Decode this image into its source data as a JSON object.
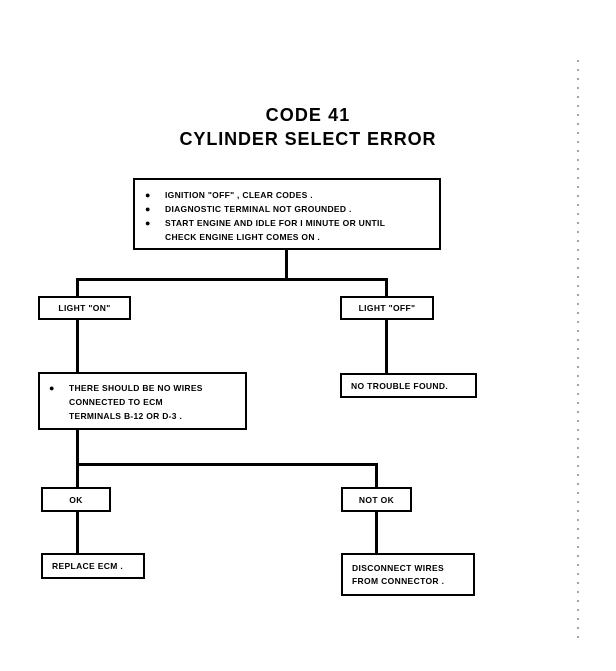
{
  "document": {
    "title_line_1": "CODE 41",
    "title_line_2": "CYLINDER SELECT ERROR",
    "ink_color": "#000000",
    "page_color": "#ffffff"
  },
  "chart_data": {
    "type": "diagram",
    "diagram_kind": "troubleshooting-flowchart",
    "title": "CODE 41 CYLINDER SELECT ERROR",
    "nodes": [
      {
        "id": "start",
        "kind": "bulleted-instruction-box",
        "bullets": [
          {
            "marker": "●",
            "lines": [
              "IGNITION \"OFF\" , CLEAR CODES ."
            ]
          },
          {
            "marker": "●",
            "lines": [
              "DIAGNOSTIC TERMINAL NOT GROUNDED ."
            ]
          },
          {
            "marker": "●",
            "lines": [
              "START ENGINE AND IDLE FOR I MINUTE OR UNTIL",
              "CHECK ENGINE LIGHT COMES ON ."
            ]
          }
        ]
      },
      {
        "id": "light-on",
        "kind": "decision-result-box",
        "lines": [
          "LIGHT \"ON\""
        ]
      },
      {
        "id": "light-off",
        "kind": "decision-result-box",
        "lines": [
          "LIGHT \"OFF\""
        ]
      },
      {
        "id": "no-wires-check",
        "kind": "bulleted-instruction-box",
        "bullets": [
          {
            "marker": "●",
            "lines": [
              "THERE SHOULD BE NO WIRES",
              "CONNECTED TO ECM",
              "TERMINALS B-12 OR D-3 ."
            ]
          }
        ]
      },
      {
        "id": "no-trouble-found",
        "kind": "terminal-box",
        "lines": [
          "NO TROUBLE FOUND."
        ]
      },
      {
        "id": "ok",
        "kind": "decision-result-box",
        "lines": [
          "OK"
        ]
      },
      {
        "id": "not-ok",
        "kind": "decision-result-box",
        "lines": [
          "NOT OK"
        ]
      },
      {
        "id": "replace-ecm",
        "kind": "terminal-box",
        "lines": [
          "REPLACE ECM ."
        ]
      },
      {
        "id": "disconnect-wires",
        "kind": "terminal-box",
        "lines": [
          "DISCONNECT WIRES",
          "FROM CONNECTOR ."
        ]
      }
    ],
    "edges": [
      {
        "from": "start",
        "to": "light-on"
      },
      {
        "from": "start",
        "to": "light-off"
      },
      {
        "from": "light-on",
        "to": "no-wires-check"
      },
      {
        "from": "light-off",
        "to": "no-trouble-found"
      },
      {
        "from": "no-wires-check",
        "to": "ok"
      },
      {
        "from": "no-wires-check",
        "to": "not-ok"
      },
      {
        "from": "ok",
        "to": "replace-ecm"
      },
      {
        "from": "not-ok",
        "to": "disconnect-wires"
      }
    ]
  },
  "boxes": {
    "start": {
      "b1_marker": "●",
      "b1_text": "IGNITION \"OFF\" , CLEAR CODES .",
      "b2_marker": "●",
      "b2_text": "DIAGNOSTIC TERMINAL NOT GROUNDED .",
      "b3_marker": "●",
      "b3_text": "START ENGINE AND IDLE FOR I MINUTE OR UNTIL",
      "b3_text_cont": "CHECK ENGINE LIGHT COMES ON ."
    },
    "light_on": {
      "label": "LIGHT \"ON\""
    },
    "light_off": {
      "label": "LIGHT \"OFF\""
    },
    "no_wires": {
      "b1_marker": "●",
      "b1_text": "THERE SHOULD BE NO WIRES",
      "b1_text_cont_1": "CONNECTED TO ECM",
      "b1_text_cont_2": "TERMINALS B-12 OR D-3 ."
    },
    "no_trouble": {
      "label": "NO TROUBLE FOUND."
    },
    "ok": {
      "label": "OK"
    },
    "not_ok": {
      "label": "NOT OK"
    },
    "replace_ecm": {
      "label": "REPLACE ECM ."
    },
    "disconnect_wires": {
      "label": "DISCONNECT WIRES",
      "label_line2": "FROM CONNECTOR ."
    }
  }
}
